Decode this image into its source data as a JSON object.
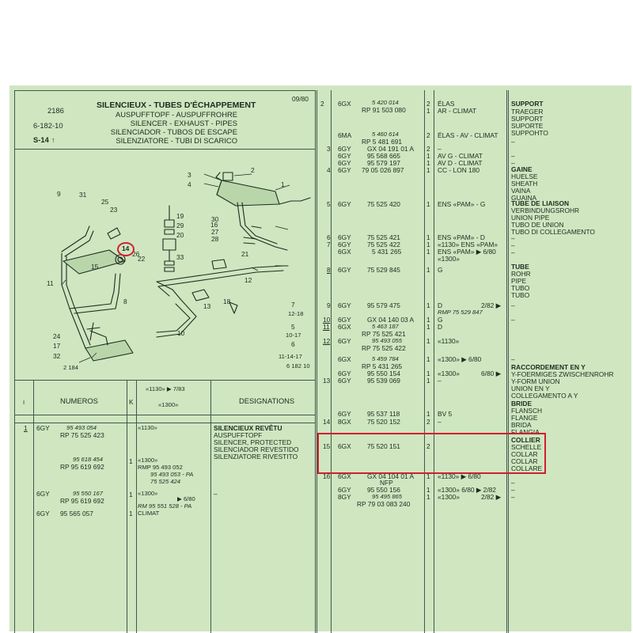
{
  "header": {
    "page_number": "2186",
    "date": "09/80",
    "ref": "6-182-10",
    "section": "S-14",
    "section_arrow": "↑",
    "titles": [
      "SILENCIEUX - TUBES D'ÉCHAPPEMENT",
      "AUSPUFFTOPF - AUSPUFFROHRE",
      "SILENCER - EXHAUST - PIPES",
      "SILENCIADOR - TUBOS DE ESCAPE",
      "SILENZIATORE - TUBI DI SCARICO"
    ]
  },
  "diagram": {
    "callouts": {
      "c1": "1",
      "c2": "2",
      "c3": "3",
      "c4": "4",
      "c5": "5",
      "c6": "6",
      "c7": "7",
      "c8": "8",
      "c9": "9",
      "c10": "10",
      "c11": "11",
      "c12": "12",
      "c13": "13",
      "c14": "14",
      "c15": "15",
      "c16": "16",
      "c17": "17",
      "c18": "18",
      "c19": "19",
      "c20": "20",
      "c21": "21",
      "c22": "22",
      "c23": "23",
      "c24": "24",
      "c25": "25",
      "c26": "26",
      "c27": "27",
      "c28": "28",
      "c29": "29",
      "c30": "30",
      "c31": "31",
      "c32": "32",
      "c33": "33"
    },
    "labels": {
      "l12_18": "12-18",
      "l10_17": "10-17",
      "l11_14_17": "11-14-17",
      "fig_ref": "2 184",
      "draw_ref": "6 182 10"
    },
    "highlighted_part": "14"
  },
  "left_table": {
    "headers": {
      "col1": "I",
      "numeros": "NUMEROS",
      "k": "K",
      "designations": "DESIGNATIONS",
      "var1": "«1130» ▶ 7/83",
      "var2": "«1300»"
    },
    "rows": {
      "r1_pos": "1",
      "r1_code": "6GY",
      "r1_num": "95 493 054",
      "r1_rp": "RP 75 525 423",
      "r2_num": "95 618 454",
      "r2_rp": "RP 95 619 692",
      "r2_k": "1",
      "r2_v1": "«1300»",
      "r2_v2": "RMP 95 493 052",
      "r2_v3": "95 493 053 - PA",
      "r2_v4": "75 525 424",
      "r3_code": "6GY",
      "r3_num": "95 550 167",
      "r3_rp": "RP 95 619 692",
      "r3_k": "1",
      "r3_v1": "«1300»",
      "r3_v2": "▶ 6/80",
      "r3_v3": "RM 95 551 528 - PA",
      "r3_dash": "–",
      "r4_code": "6GY",
      "r4_num": "95 565 057",
      "r4_k": "1",
      "r4_v1": "CLIMAT",
      "r1_var": "«1130»",
      "d_title": "SILENCIEUX REVÊTU",
      "d_lines": [
        "AUSPUFFTOPF",
        "SILENCER, PROTECTED",
        "SILENCIADOR REVESTIDO",
        "SILENZIATORE RIVESTITO"
      ]
    }
  },
  "right_table": {
    "r2": {
      "pos": "2",
      "code": "6GX",
      "num": "5 420 014",
      "rp": "RP 91 503 080",
      "k1": "2",
      "k2": "1",
      "v1": "ÉLAS",
      "v2": "AR - CLIMAT"
    },
    "r6ma": {
      "code": "6MA",
      "num": "5 460 614",
      "rp": "RP 5 481 691",
      "k": "2",
      "v": "ÉLAS - AV - CLIMAT"
    },
    "r3": {
      "pos": "3",
      "code1": "6GY",
      "num1": "GX 04 191 01 A",
      "k1": "2",
      "v1": "–",
      "code2": "6GY",
      "num2": "95 568 665",
      "k2": "1",
      "v2": "AV G - CLIMAT"
    },
    "r4": {
      "code3": "6GY",
      "num3": "95 579 197",
      "k3": "1",
      "v3": "AV D - CLIMAT",
      "pos": "4",
      "code4": "6GY",
      "num4": "79 05 026 897",
      "k4": "1",
      "v4": "CC - LON 180"
    },
    "r5": {
      "pos": "5",
      "code": "6GY",
      "num": "75 525 420",
      "k": "1",
      "v": "ENS «PAM» - G"
    },
    "r6": {
      "pos": "6",
      "code1": "6GY",
      "num1": "75 525 421",
      "k1": "1",
      "v1": "ENS «PAM» - D",
      "pos7": "7",
      "code2": "6GY",
      "num2": "75 525 422",
      "k2": "1",
      "v2": "«1130» ENS «PAM»",
      "code3": "6GX",
      "num3": "5 431 265",
      "k3": "1",
      "v3": "ENS «PAM» ▶ 6/80",
      "v3b": "«1300»"
    },
    "r8": {
      "pos": "8",
      "code": "6GY",
      "num": "75 529 845",
      "k": "1",
      "v": "G"
    },
    "r9": {
      "pos": "9",
      "code": "6GY",
      "num": "95 579 475",
      "k": "1",
      "v": "D",
      "v_r": "2/82 ▶",
      "rmp": "RMP 75 529 847"
    },
    "r10": {
      "pos10": "10",
      "code10": "6GY",
      "num10": "GX 04 140 03 A",
      "k10": "1",
      "v10": "G",
      "pos11": "11",
      "code11": "6GX",
      "num11": "5 463 187",
      "k11": "1",
      "v11": "D",
      "rp11": "RP 75 525 421"
    },
    "r12": {
      "pos": "12",
      "code": "6GY",
      "num": "95 493 055",
      "k": "1",
      "v": "«1130»",
      "rp": "RP 75 525 422"
    },
    "r12b": {
      "code": "6GX",
      "num": "5 459 784",
      "k": "1",
      "v": "«1300» ▶ 6/80",
      "rp": "RP 5 431 265"
    },
    "r12c": {
      "code": "6GY",
      "num": "95 550 154",
      "k": "1",
      "v": "«1300»",
      "v_r": "6/80 ▶"
    },
    "r13": {
      "pos": "13",
      "code": "6GY",
      "num": "95 539 069",
      "k": "1",
      "v": "–"
    },
    "r14": {
      "code1": "6GY",
      "num1": "95 537 118",
      "k1": "1",
      "v1": "BV 5",
      "pos": "14",
      "code2": "8GX",
      "num2": "75 520 152",
      "k2": "2",
      "v2": "–"
    },
    "r15": {
      "pos": "15",
      "code": "6GX",
      "num": "75 520 151",
      "k": "2"
    },
    "r16": {
      "pos": "16",
      "code1": "6GX",
      "num1": "GX 04 104 01 A",
      "k1": "1",
      "v1": "«1130» ▶ 6/80",
      "nfp": "NFP",
      "code2": "6GY",
      "num2": "95 550 156",
      "k2": "1",
      "v2": "«1300» 6/80 ▶ 2/82",
      "code3": "8GY",
      "num3": "95 495 865",
      "k3": "1",
      "v3": "«1300»",
      "v3r": "2/82 ▶",
      "rp": "RP 79 03 083 240",
      "dash": "–"
    },
    "designations": {
      "support": [
        "SUPPORT",
        "TRAEGER",
        "SUPPORT",
        "SUPORTE",
        "SUPPOHTO"
      ],
      "gaine": [
        "GAINE",
        "HUELSE",
        "SHEATH",
        "VAINA",
        "GUAINA"
      ],
      "tube_liaison": [
        "TUBE DE LIAISON",
        "VERBINDUNGSROHR",
        "UNION PIPE",
        "TUBO DE UNION",
        "TUBO DI COLLEGAMENTO"
      ],
      "tube": [
        "TUBE",
        "ROHR",
        "PIPE",
        "TUBO",
        "TUBO"
      ],
      "raccordement": [
        "RACCORDEMENT EN Y",
        "Y-FOERMIGES ZWISCHENROHR",
        "Y-FORM UNION",
        "UNION EN Y",
        "COLLEGAMENTO A Y"
      ],
      "bride": [
        "BRIDE",
        "FLANSCH",
        "FLANGE",
        "BRIDA",
        "FLANGIA"
      ],
      "collier": [
        "COLLIER",
        "SCHELLE",
        "COLLAR",
        "COLLAR",
        "COLLARE"
      ],
      "dashes": [
        "–",
        "–",
        "–",
        "–",
        "–",
        "–",
        "–",
        "–",
        "–",
        "–",
        "–"
      ]
    }
  },
  "colors": {
    "paper": "#cfe6c1",
    "ink": "#1c2d1e",
    "highlight": "#cf2030"
  }
}
